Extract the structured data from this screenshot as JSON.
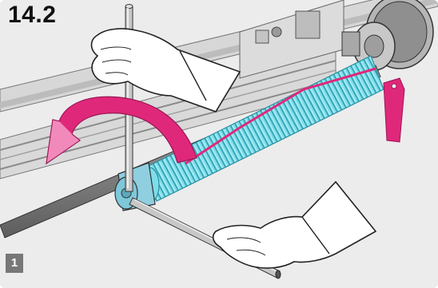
{
  "figure": {
    "step_title": "14.2",
    "sub_step_number": "1"
  },
  "colors": {
    "spring": "#7ddde9",
    "spring_dark": "#3fb4c6",
    "arrow": "#e0287a",
    "paint_mark": "#e0287a",
    "background": "#ececec"
  },
  "icons": [
    "torsion-spring",
    "winding-bar",
    "winding-cone",
    "counter-clockwise-arrow",
    "left-hand",
    "right-hand",
    "cable-drum",
    "warning-tag",
    "track-rail"
  ]
}
